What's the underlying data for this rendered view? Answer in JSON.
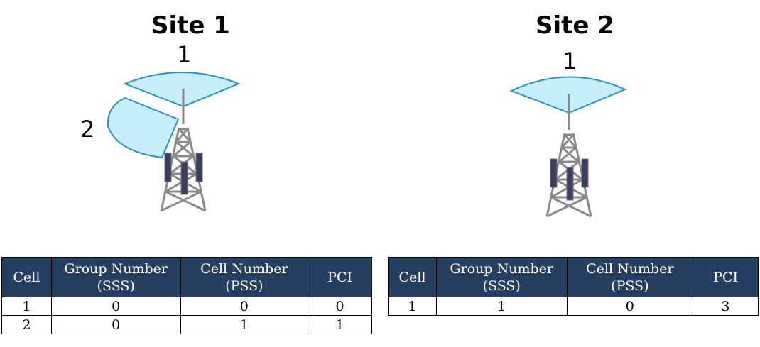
{
  "sites": [
    {
      "title": "Site 1",
      "sectors": [
        {
          "label": "1"
        },
        {
          "label": "2"
        }
      ],
      "table": {
        "headers": [
          "Cell",
          "Group Number (SSS)",
          "Cell Number (PSS)",
          "PCI"
        ],
        "rows": [
          [
            "1",
            "0",
            "0",
            "0"
          ],
          [
            "2",
            "0",
            "1",
            "1"
          ]
        ]
      }
    },
    {
      "title": "Site 2",
      "sectors": [
        {
          "label": "1"
        }
      ],
      "table": {
        "headers": [
          "Cell",
          "Group Number (SSS)",
          "Cell Number (PSS)",
          "PCI"
        ],
        "rows": [
          [
            "1",
            "1",
            "0",
            "3"
          ]
        ]
      }
    }
  ],
  "colors": {
    "sector_fill": "#c6eefb",
    "sector_stroke": "#2e8fc0",
    "tower": "#8a8a8a",
    "antenna": "#3d3d5c",
    "table_header_bg": "#243f5f",
    "table_header_text": "#ffffff"
  }
}
